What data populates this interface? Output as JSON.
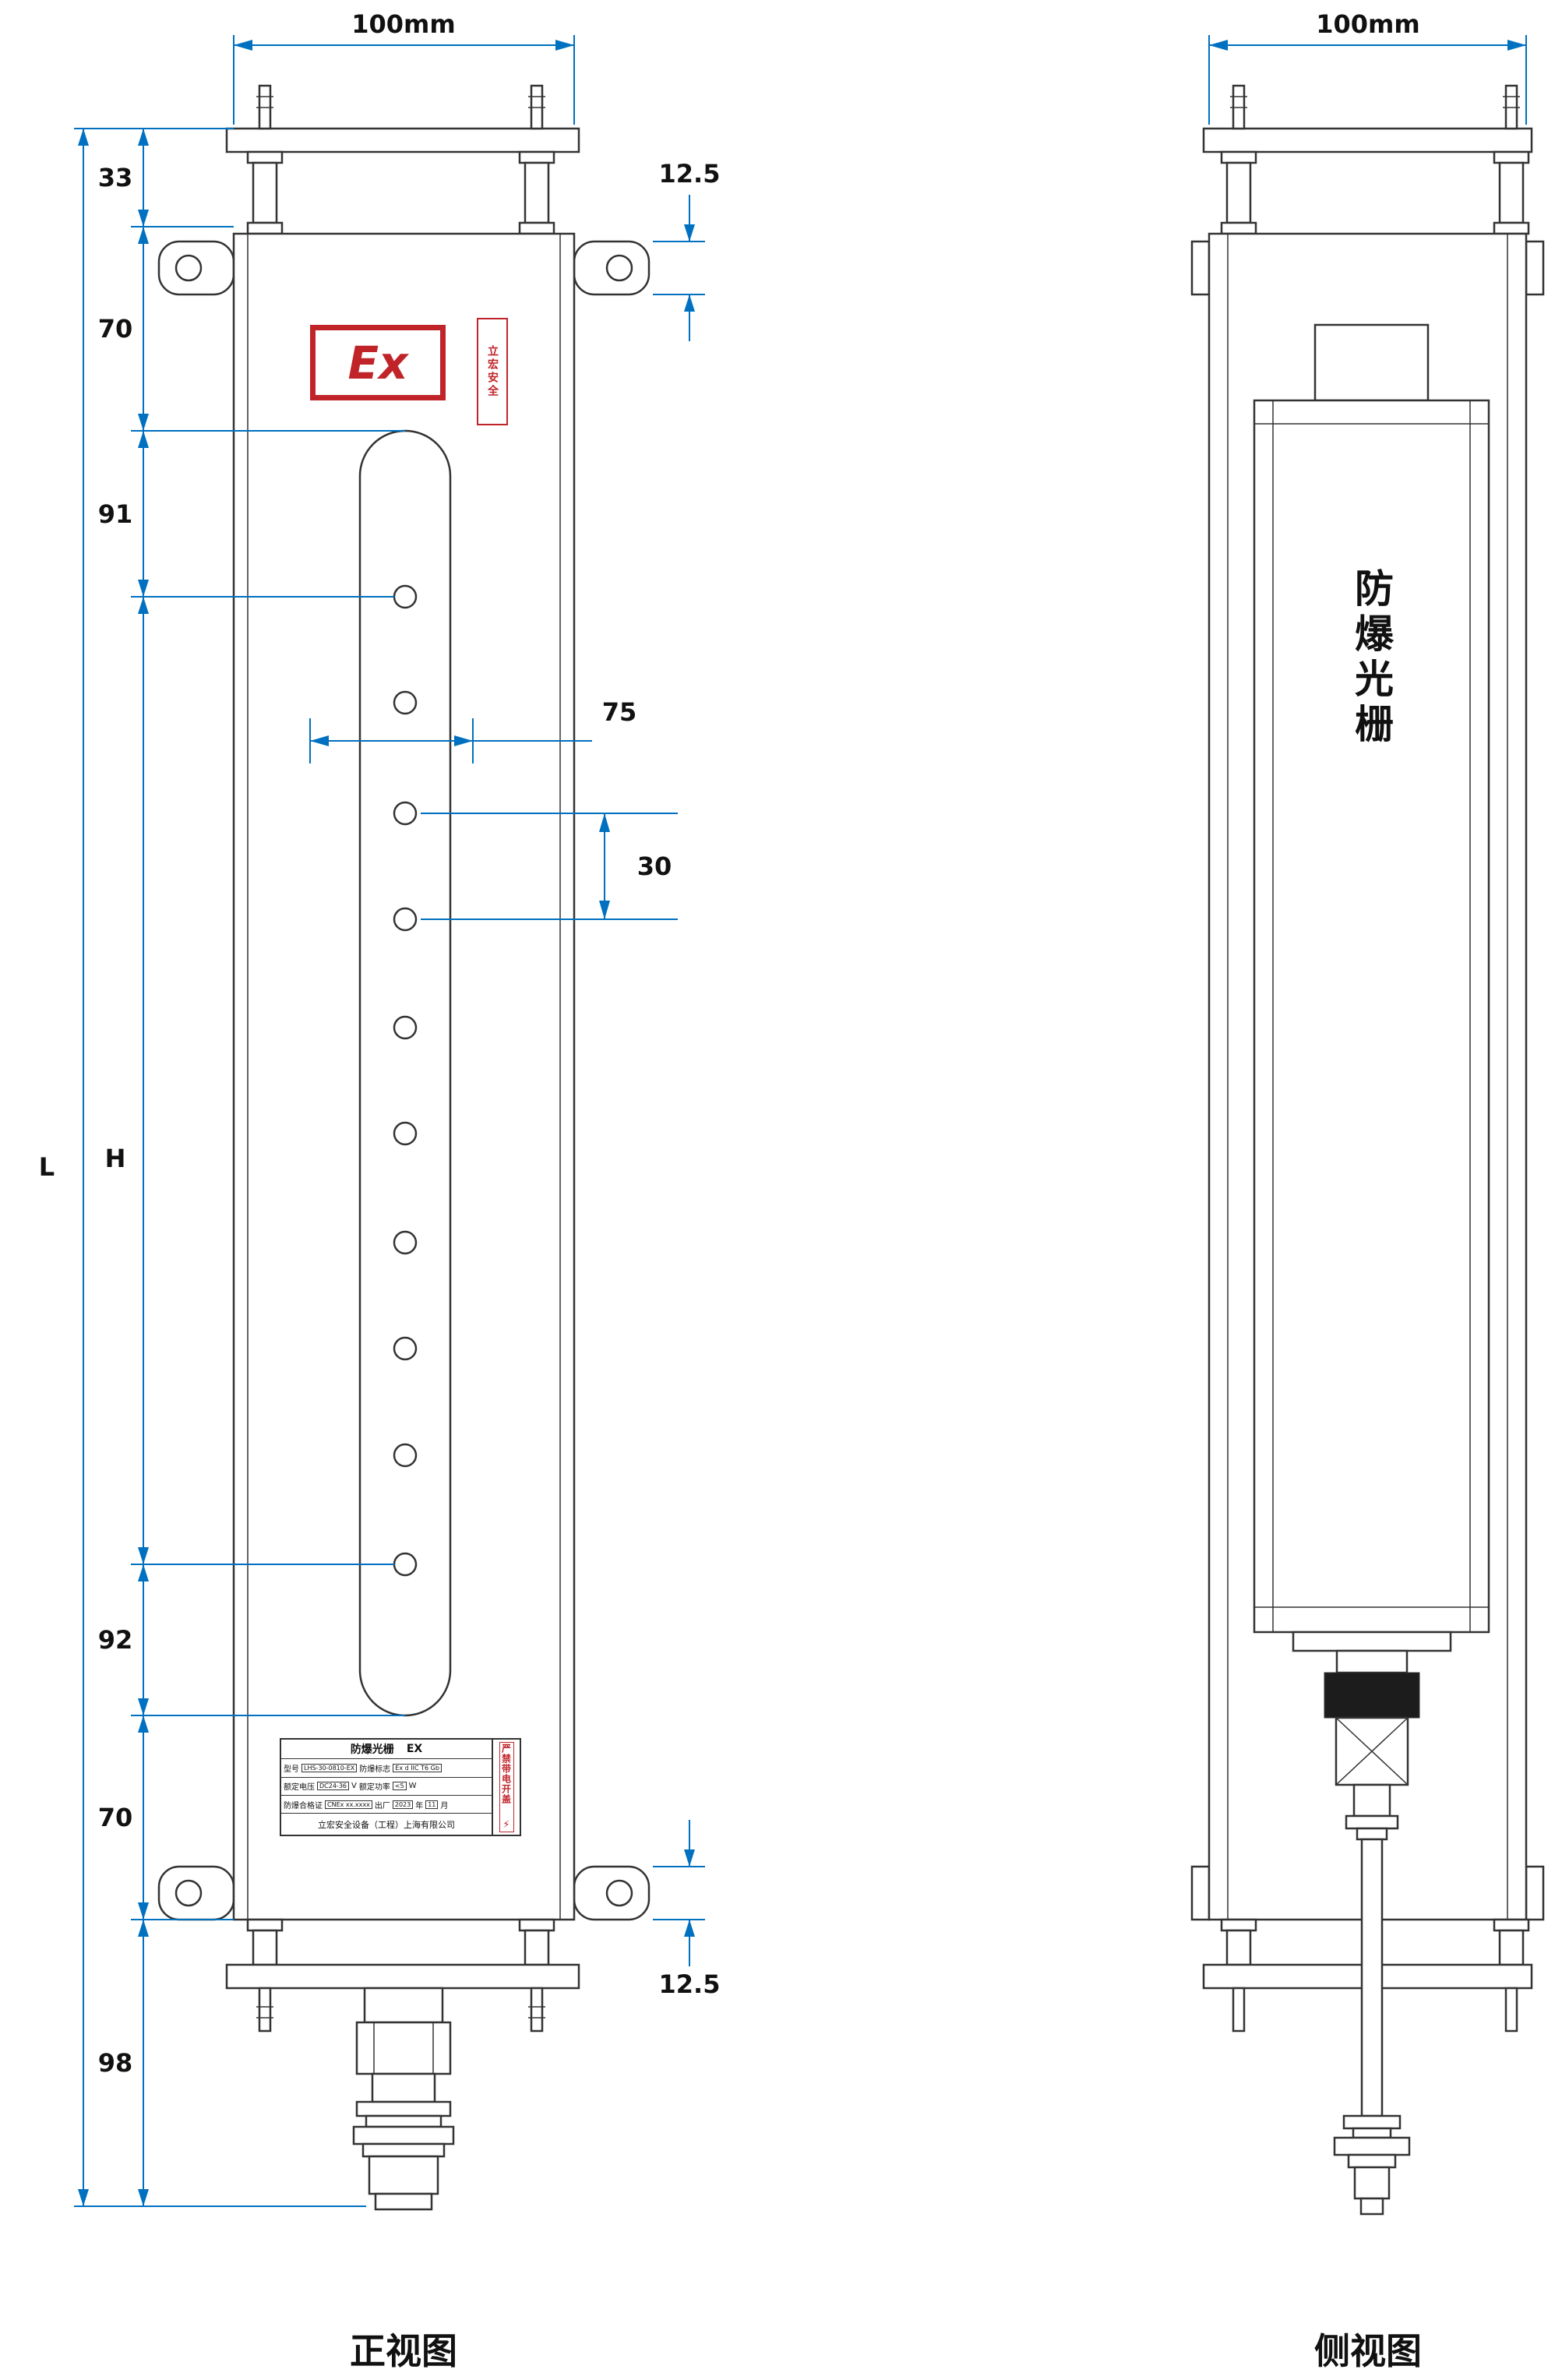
{
  "views": {
    "front": {
      "caption": "正视图"
    },
    "side": {
      "caption": "侧视图"
    }
  },
  "dims": {
    "front_width": "100mm",
    "side_width": "100mm",
    "seg_33": "33",
    "seg_70_top": "70",
    "seg_91": "91",
    "seg_H": "H",
    "seg_92": "92",
    "seg_70_bottom": "70",
    "seg_98": "98",
    "overall": "L",
    "ear_offset_top": "12.5",
    "ear_offset_bottom": "12.5",
    "beam_to_edge": "75",
    "beam_pitch": "30"
  },
  "front": {
    "ex_logo": "Ex",
    "brand_vertical": "立宏安全",
    "nameplate": {
      "title": "防爆光栅",
      "title_suffix": "EX",
      "model_label": "型号",
      "model_value": "LHS-30-0810-EX",
      "ex_mark_label": "防爆标志",
      "ex_mark_value": "Ex d IIC T6 Gb",
      "voltage_label": "额定电压",
      "voltage_value": "DC24-36",
      "voltage_unit": "V",
      "power_label": "额定功率",
      "power_value": "<5",
      "power_unit": "W",
      "cert_label": "防爆合格证",
      "cert_value": "CNEx xx.xxxx",
      "date_label": "出厂",
      "date_year": "2023",
      "year_label": "年",
      "date_month": "11",
      "month_label": "月",
      "company": "立宏安全设备（工程）上海有限公司",
      "warning_vertical": "严禁带电开盖",
      "bolt_icon": "⚡"
    }
  },
  "side": {
    "vertical_label": "防爆光栅"
  },
  "colors": {
    "dim": "#0070C0",
    "red": "#C02429",
    "line": "#333333"
  }
}
